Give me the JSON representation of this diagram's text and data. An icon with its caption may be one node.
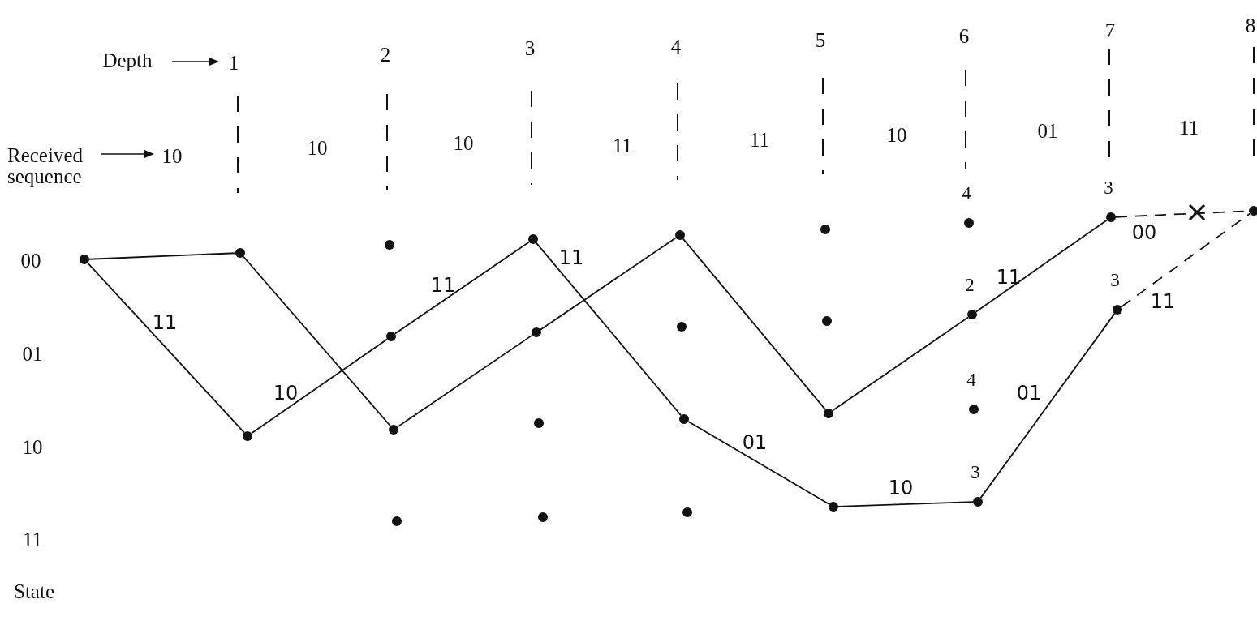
{
  "diagram": {
    "nodes": [
      {
        "text": [],
        "shape": "circle"
      },
      {
        "text": [],
        "shape": "circle"
      },
      {
        "text": [],
        "shape": "circle"
      },
      {
        "text": [],
        "shape": "circle"
      },
      {
        "text": [],
        "shape": "circle"
      },
      {
        "text": [],
        "shape": "circle"
      },
      {
        "text": [],
        "shape": "circle"
      },
      {
        "text": [],
        "shape": "circle"
      },
      {
        "text": [],
        "shape": "circle"
      },
      {
        "text": [],
        "shape": "circle"
      },
      {
        "text": [],
        "shape": "circle"
      },
      {
        "text": [],
        "shape": "circle"
      },
      {
        "text": [],
        "shape": "circle"
      },
      {
        "text": [],
        "shape": "circle"
      },
      {
        "text": [],
        "shape": "circle"
      },
      {
        "text": [],
        "shape": "circle"
      },
      {
        "text": [],
        "shape": "circle"
      },
      {
        "text": [],
        "shape": "circle"
      },
      {
        "text": [],
        "shape": "circle"
      },
      {
        "text": [],
        "shape": "circle",
        "beside": [
          "4"
        ]
      },
      {
        "text": [],
        "shape": "circle",
        "beside": [
          "2"
        ]
      },
      {
        "text": [],
        "shape": "circle",
        "beside": [
          "4"
        ]
      },
      {
        "text": [],
        "shape": "circle",
        "beside": [
          "3"
        ]
      },
      {
        "text": [],
        "shape": "circle",
        "beside": [
          "3"
        ]
      },
      {
        "text": [],
        "shape": "circle",
        "beside": [
          "3"
        ]
      },
      {
        "text": [],
        "shape": "circle"
      }
    ],
    "edges": [
      {
        "from": 0,
        "to": 1,
        "arrow": "none"
      },
      {
        "from": 0,
        "to": 2,
        "arrow": "none",
        "label": "11"
      },
      {
        "from": 1,
        "to": 5,
        "arrow": "none"
      },
      {
        "from": 2,
        "to": 4,
        "arrow": "none",
        "label": "10"
      },
      {
        "from": 4,
        "to": 7,
        "arrow": "none",
        "label": "11"
      },
      {
        "from": 5,
        "to": 8,
        "arrow": "none"
      },
      {
        "from": 7,
        "to": 13,
        "arrow": "none",
        "label": "11"
      },
      {
        "from": 8,
        "to": 11,
        "arrow": "none"
      },
      {
        "from": 11,
        "to": 17,
        "arrow": "none"
      },
      {
        "from": 13,
        "to": 18,
        "arrow": "none",
        "label": "01"
      },
      {
        "from": 17,
        "to": 20,
        "arrow": "none"
      },
      {
        "from": 18,
        "to": 22,
        "arrow": "none",
        "label": "10"
      },
      {
        "from": 20,
        "to": 23,
        "arrow": "none",
        "label": "11"
      },
      {
        "from": 22,
        "to": 24,
        "arrow": "none",
        "label": "01"
      },
      {
        "from": 23,
        "to": 25,
        "arrow": "none",
        "label": "00",
        "style": "dashed"
      },
      {
        "from": 24,
        "to": 25,
        "arrow": "none",
        "label": "11",
        "style": "dashed"
      }
    ],
    "labels": [
      "Depth",
      "1",
      "2",
      "3",
      "4",
      "5",
      "6",
      "7",
      "8",
      "Received sequence",
      "10",
      "10",
      "10",
      "11",
      "11",
      "10",
      "01",
      "11",
      "00",
      "01",
      "10",
      "11",
      "State"
    ]
  }
}
